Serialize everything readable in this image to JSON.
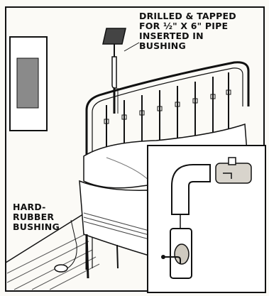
{
  "figure": {
    "callouts": {
      "pipe_note": [
        "DRILLED & TAPPED",
        "FOR ½\" X 6\" PIPE",
        "INSERTED IN",
        "BUSHING"
      ],
      "bushing_note": [
        "HARD-",
        "RUBBER",
        "BUSHING"
      ]
    }
  },
  "colors": {
    "ink": "#111111",
    "paper": "#fbfaf6",
    "shade": "#cfcac0"
  }
}
